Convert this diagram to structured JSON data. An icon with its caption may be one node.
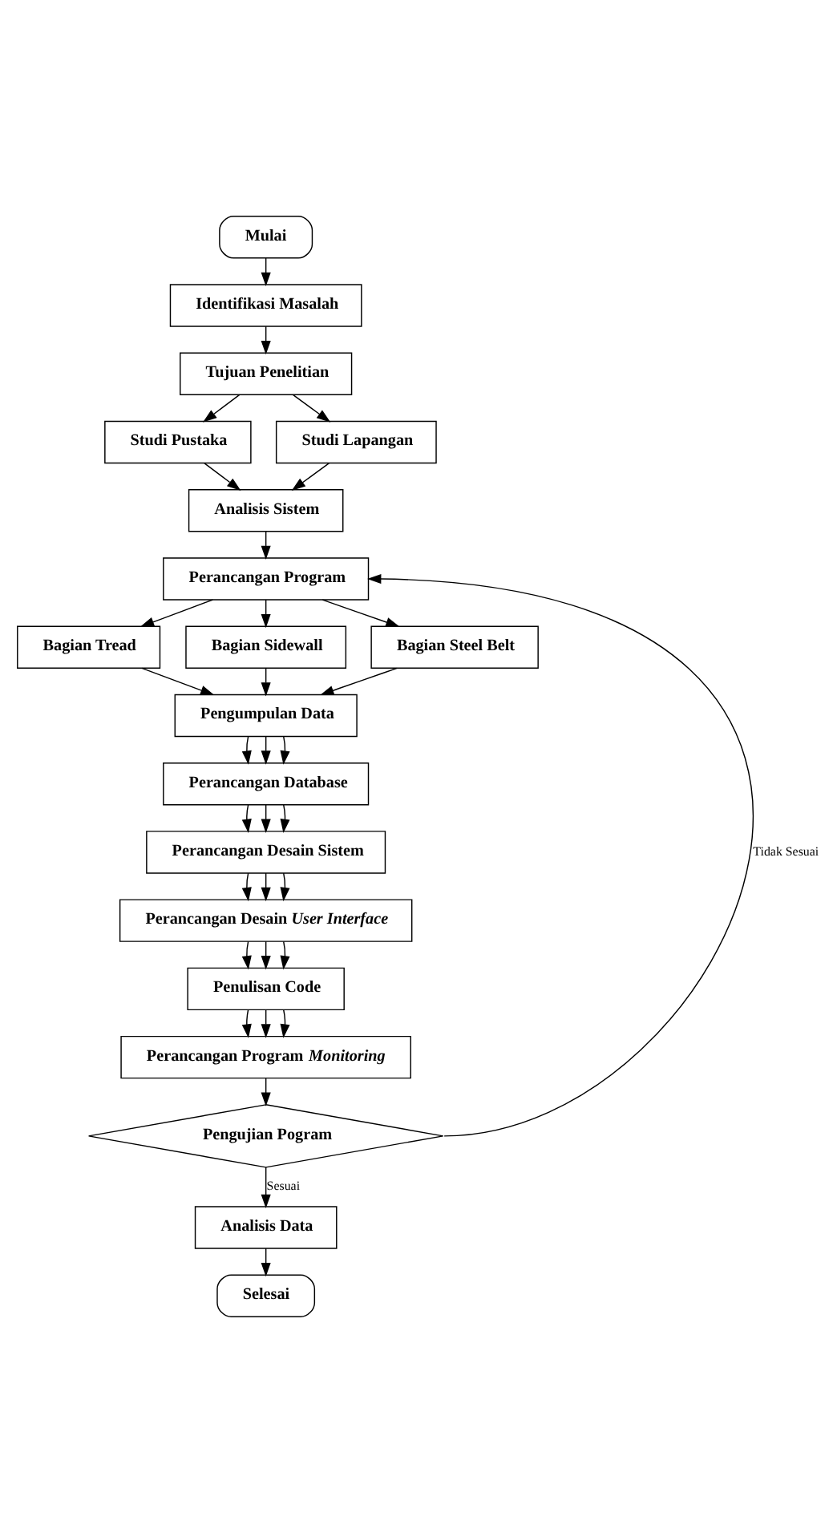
{
  "diagram": {
    "nodes": [
      {
        "text": [
          "Mulai"
        ]
      },
      {
        "text": [
          "Identifikasi Masalah"
        ]
      },
      {
        "text": [
          "Tujuan Penelitian"
        ]
      },
      {
        "text": [
          "Studi Pustaka"
        ]
      },
      {
        "text": [
          "Studi Lapangan"
        ]
      },
      {
        "text": [
          "Analisis Sistem"
        ]
      },
      {
        "text": [
          "Perancangan Program"
        ]
      },
      {
        "text": [
          "Bagian Tread"
        ]
      },
      {
        "text": [
          "Bagian Sidewall"
        ]
      },
      {
        "text": [
          "Bagian Steel Belt"
        ]
      },
      {
        "text": [
          "Pengumpulan Data"
        ]
      },
      {
        "text": [
          "Perancangan Database"
        ]
      },
      {
        "text": [
          "Perancangan Desain Sistem"
        ]
      },
      {
        "text": [
          "Perancangan Desain *User Interface*"
        ]
      },
      {
        "text": [
          "Penulisan Code"
        ]
      },
      {
        "text": [
          "Perancangan Program *Monitoring*"
        ]
      },
      {
        "text": [
          "Pengujian Pogram"
        ]
      },
      {
        "text": [
          "Analisis Data"
        ]
      },
      {
        "text": [
          "Selesai"
        ]
      }
    ],
    "edges": [
      {
        "from": 0,
        "to": 1,
        "arrow": "to"
      },
      {
        "from": 1,
        "to": 2,
        "arrow": "to"
      },
      {
        "from": 2,
        "to": 3,
        "arrow": "to"
      },
      {
        "from": 2,
        "to": 4,
        "arrow": "to"
      },
      {
        "from": 3,
        "to": 5,
        "arrow": "to"
      },
      {
        "from": 4,
        "to": 5,
        "arrow": "to"
      },
      {
        "from": 5,
        "to": 6,
        "arrow": "to"
      },
      {
        "from": 6,
        "to": 7,
        "arrow": "to"
      },
      {
        "from": 6,
        "to": 8,
        "arrow": "to"
      },
      {
        "from": 6,
        "to": 9,
        "arrow": "to"
      },
      {
        "from": 7,
        "to": 10,
        "arrow": "to"
      },
      {
        "from": 8,
        "to": 10,
        "arrow": "to"
      },
      {
        "from": 9,
        "to": 10,
        "arrow": "to"
      },
      {
        "from": 10,
        "to": 11,
        "arrow": "to"
      },
      {
        "from": 10,
        "to": 11,
        "arrow": "to"
      },
      {
        "from": 10,
        "to": 11,
        "arrow": "to"
      },
      {
        "from": 11,
        "to": 12,
        "arrow": "to"
      },
      {
        "from": 11,
        "to": 12,
        "arrow": "to"
      },
      {
        "from": 11,
        "to": 12,
        "arrow": "to"
      },
      {
        "from": 12,
        "to": 13,
        "arrow": "to"
      },
      {
        "from": 12,
        "to": 13,
        "arrow": "to"
      },
      {
        "from": 12,
        "to": 13,
        "arrow": "to"
      },
      {
        "from": 13,
        "to": 14,
        "arrow": "to"
      },
      {
        "from": 13,
        "to": 14,
        "arrow": "to"
      },
      {
        "from": 13,
        "to": 14,
        "arrow": "to"
      },
      {
        "from": 14,
        "to": 15,
        "arrow": "to"
      },
      {
        "from": 14,
        "to": 15,
        "arrow": "to"
      },
      {
        "from": 14,
        "to": 15,
        "arrow": "to"
      },
      {
        "from": 15,
        "to": 16,
        "arrow": "to"
      },
      {
        "from": 16,
        "to": 6,
        "arrow": "to",
        "label": "Tidak Sesuai"
      },
      {
        "from": 16,
        "to": 17,
        "arrow": "to",
        "label": "Sesuai"
      },
      {
        "from": 17,
        "to": 18,
        "arrow": "to"
      }
    ]
  }
}
